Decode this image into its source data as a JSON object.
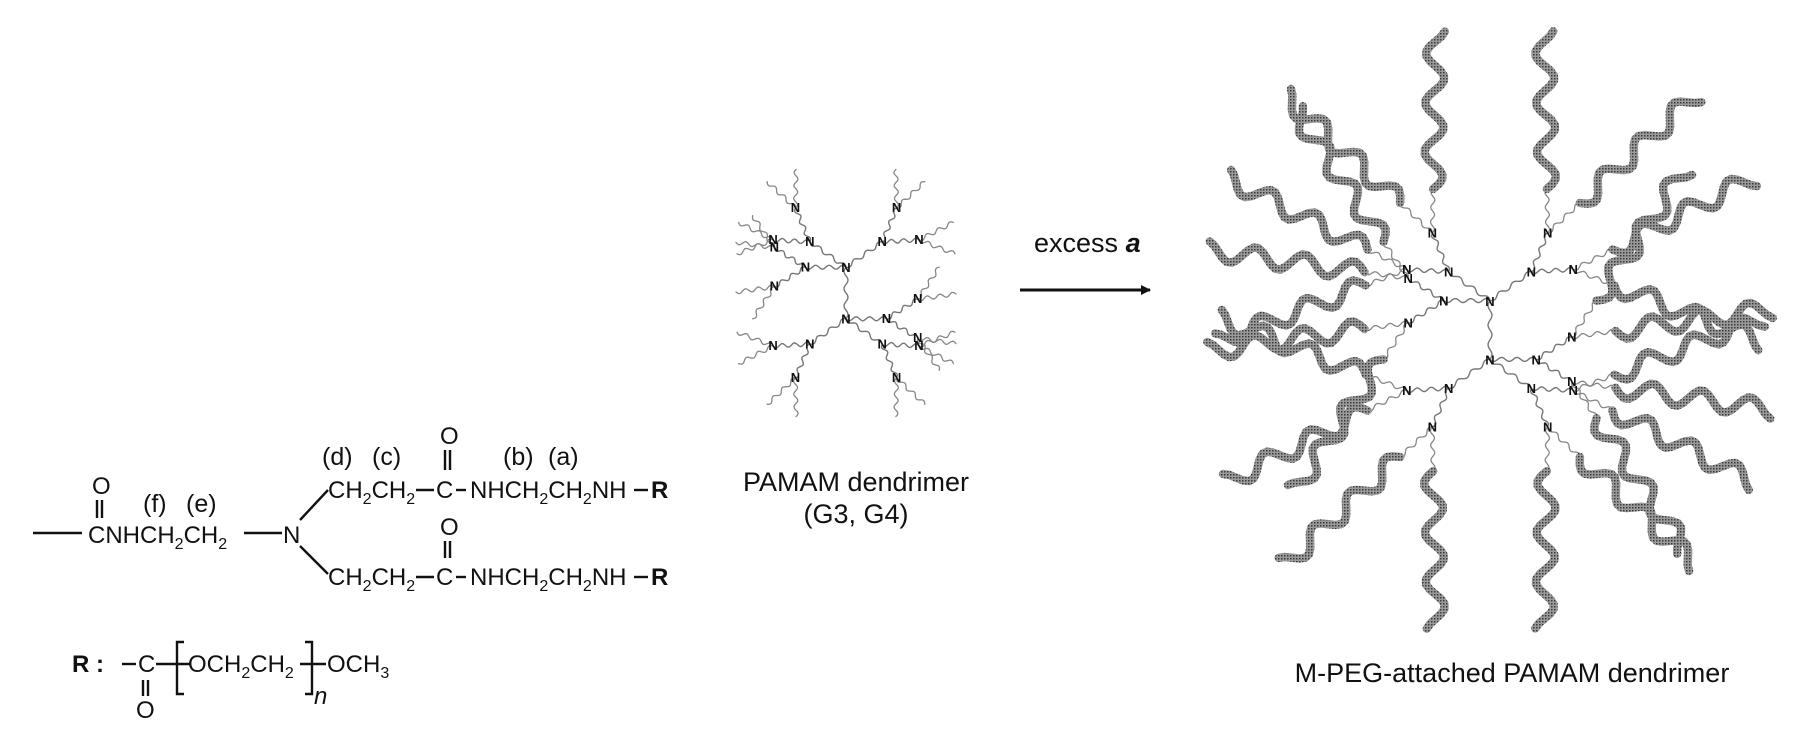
{
  "reaction": {
    "reagent": "excess",
    "reagent_symbol": "a"
  },
  "reactant": {
    "name": "PAMAM dendrimer",
    "generations": "(G3, G4)",
    "atom_label": "N"
  },
  "product": {
    "name": "M-PEG-attached PAMAM dendrimer"
  },
  "structure": {
    "position_labels": [
      "(f)",
      "(e)",
      "(d)",
      "(c)",
      "(b)",
      "(a)"
    ],
    "r_label": "R :",
    "r_group_symbol": "R",
    "repeat_index": "n",
    "atoms": {
      "carbonyl_o": "O",
      "amide_left": "CNHCH",
      "nitrogen": "N",
      "ch2": "CH",
      "ch": "CH",
      "carbon": "C",
      "nh_chain": "NHCH",
      "nh_end": "NH",
      "o_ch2": "OCH",
      "och3": "OCH",
      "sub2": "2",
      "sub3": "3"
    }
  }
}
